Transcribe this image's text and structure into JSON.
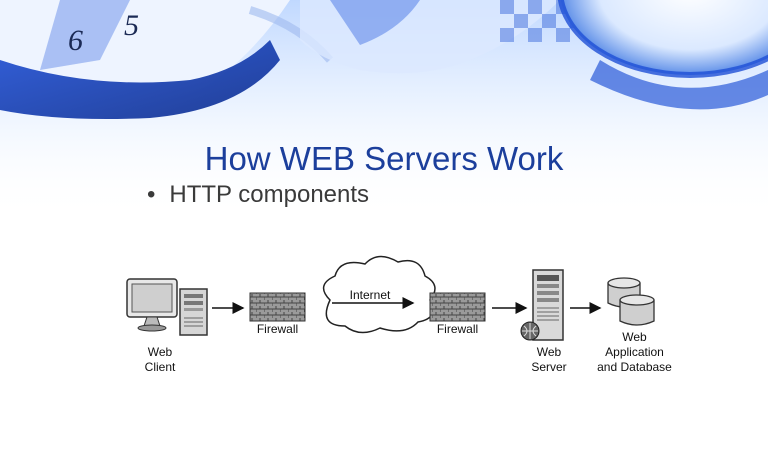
{
  "slide": {
    "title": "How WEB Servers Work",
    "bullet": "HTTP components",
    "bullet_symbol": "•"
  },
  "diagram": {
    "web_client_line1": "Web",
    "web_client_line2": "Client",
    "firewall_left": "Firewall",
    "internet": "Internet",
    "firewall_right": "Firewall",
    "web_server_line1": "Web",
    "web_server_line2": "Server",
    "app_db_line1": "Web",
    "app_db_line2": "Application",
    "app_db_line3": "and Database"
  },
  "background": {
    "clock_digits": [
      "6",
      "5"
    ],
    "accent_dark": "#0b2e9e",
    "accent_light": "#cfe3ff"
  }
}
